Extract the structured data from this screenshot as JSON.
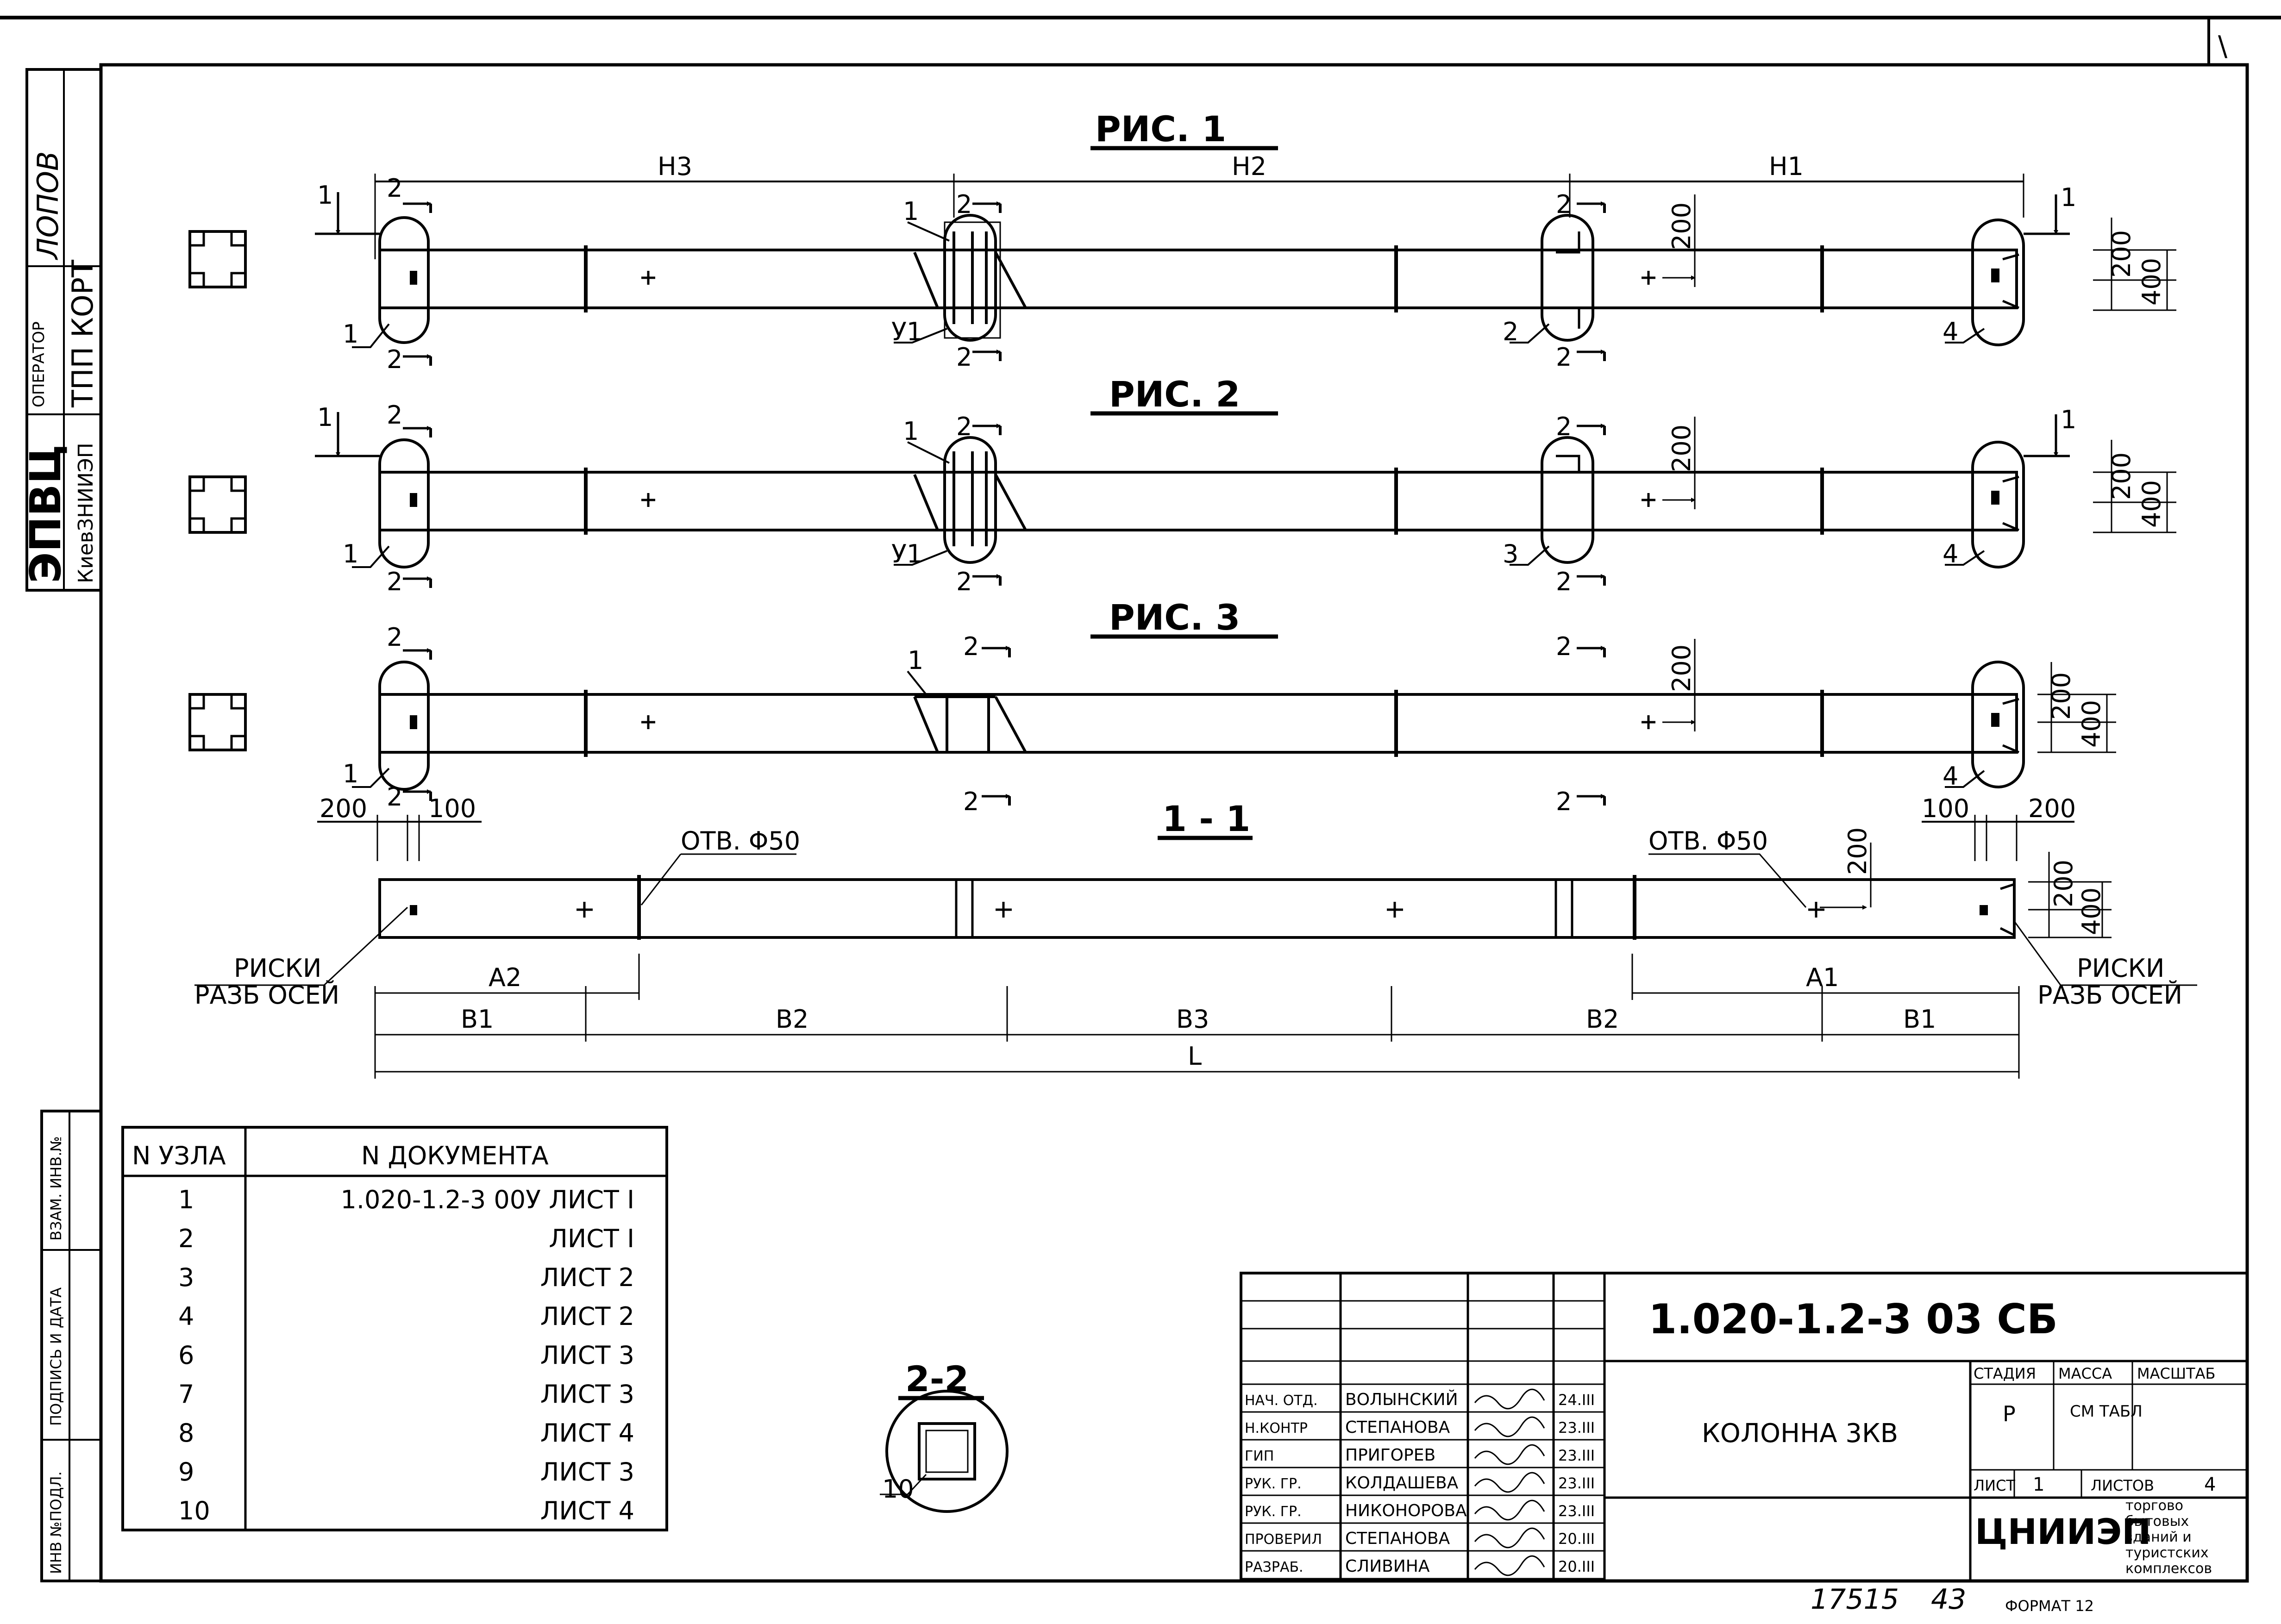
{
  "figures": [
    {
      "title": "РИС. 1",
      "span_labels": [
        "Н3",
        "Н2",
        "Н1"
      ],
      "section_2_top": "2",
      "section_2_bottom": "2",
      "section_1": "1",
      "sizes": [
        "200",
        "400"
      ],
      "leader_labels": [
        "1",
        "1",
        "У1",
        "2",
        "4"
      ],
      "dim_200": "200"
    },
    {
      "title": "РИС. 2",
      "section_2_top": "2",
      "section_2_bottom": "2",
      "section_1": "1",
      "sizes": [
        "200",
        "400"
      ],
      "leader_labels": [
        "1",
        "1",
        "У1",
        "3",
        "4"
      ],
      "dim_200": "200"
    },
    {
      "title": "РИС. 3",
      "section_2_top": "2",
      "section_2_bottom": "2",
      "sizes": [
        "200",
        "400"
      ],
      "leader_labels": [
        "1",
        "1",
        "4"
      ],
      "dim_200": "200"
    }
  ],
  "section_1_1": {
    "title": "1 - 1",
    "left_dims": [
      "200",
      "100"
    ],
    "right_dims": [
      "100",
      "200"
    ],
    "hole_left": "ОТВ. Φ50",
    "hole_right": "ОТВ. Φ50",
    "hole_dim": "200",
    "sizes": [
      "200",
      "400"
    ],
    "marks_left": [
      "РИСКИ",
      "РАЗБ ОСЕЙ"
    ],
    "marks_right": [
      "РИСКИ",
      "РАЗБ ОСЕЙ"
    ],
    "dim_a": [
      "А2",
      "А1"
    ],
    "dim_b": [
      "В1",
      "В2",
      "В3",
      "В2",
      "В1"
    ],
    "dim_l": "L"
  },
  "section_2_2": {
    "title": "2-2",
    "leader": "10"
  },
  "node_table": {
    "headers": [
      "N УЗЛА",
      "N ДОКУМЕНТА"
    ],
    "rows": [
      [
        "1",
        "1.020-1.2-3 00У ЛИСТ I"
      ],
      [
        "2",
        "ЛИСТ I"
      ],
      [
        "3",
        "ЛИСТ 2"
      ],
      [
        "4",
        "ЛИСТ 2"
      ],
      [
        "6",
        "ЛИСТ 3"
      ],
      [
        "7",
        "ЛИСТ 3"
      ],
      [
        "8",
        "ЛИСТ 4"
      ],
      [
        "9",
        "ЛИСТ 3"
      ],
      [
        "10",
        "ЛИСТ 4"
      ]
    ]
  },
  "left_stamp": {
    "author": "ЛОПОВ",
    "operator_label": "ОПЕРАТОР",
    "operator_value": "ТПП КОРТ",
    "org": "ЭПВЦ",
    "org_sub": "КиевЗНИИЭП",
    "inv_fields": [
      "ВЗАМ. ИНВ.№",
      "ПОДПИСЬ И ДАТА",
      "ИНВ №ПОДЛ."
    ]
  },
  "title_block": {
    "code": "1.020-1.2-3 03 СБ",
    "name": "КОЛОННА 3КВ",
    "col_headers": [
      "СТАДИЯ",
      "МАССА",
      "МАСШТАБ"
    ],
    "stage": "Р",
    "mass": "СМ ТАБЛ",
    "sheet_label": "ЛИСТ",
    "sheet_value": "1",
    "sheets_label": "ЛИСТОВ",
    "sheets_value": "4",
    "org": "ЦНИИЭП",
    "org_desc": [
      "торгово",
      "бытовых",
      "зданий и",
      "туристских",
      "комплексов"
    ],
    "signers": [
      {
        "role": "НАЧ. ОТД.",
        "name": "ВОЛЫНСКИЙ",
        "date": "24.III"
      },
      {
        "role": "Н.КОНТР",
        "name": "СТЕПАНОВА",
        "date": "23.III"
      },
      {
        "role": "ГИП",
        "name": "ПРИГОРЕВ",
        "date": "23.III"
      },
      {
        "role": "РУК. ГР.",
        "name": "КОЛДАШЕВА",
        "date": "23.III"
      },
      {
        "role": "РУК. ГР.",
        "name": "НИКОНОРОВА",
        "date": "23.III"
      },
      {
        "role": "ПРОВЕРИЛ",
        "name": "СТЕПАНОВА",
        "date": "20.III"
      },
      {
        "role": "РАЗРАБ.",
        "name": "СЛИВИНА",
        "date": "20.III"
      }
    ]
  },
  "footer": {
    "number": "17515",
    "page": "43",
    "format": "ФОРМАТ 12"
  }
}
